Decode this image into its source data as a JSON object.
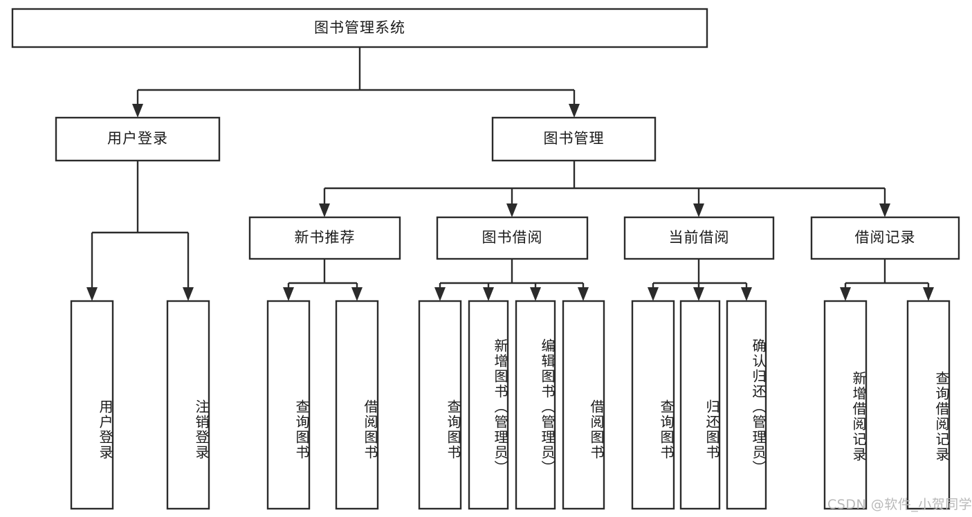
{
  "diagram": {
    "type": "tree-hierarchy-chart",
    "title": "图书管理系统",
    "orientation": "top-down",
    "colors": {
      "stroke": "#2b2b2b",
      "box_fill": "#ffffff",
      "text": "#1a1a1a",
      "background": "#ffffff",
      "watermark": "#b9b9b9"
    },
    "root": {
      "label": "图书管理系统"
    },
    "level2": [
      {
        "id": "user-login",
        "label": "用户登录"
      },
      {
        "id": "book-manage",
        "label": "图书管理"
      }
    ],
    "level3": [
      {
        "id": "new-book-rec",
        "label": "新书推荐",
        "parent": "book-manage"
      },
      {
        "id": "book-borrow",
        "label": "图书借阅",
        "parent": "book-manage"
      },
      {
        "id": "current-borrow",
        "label": "当前借阅",
        "parent": "book-manage"
      },
      {
        "id": "borrow-record",
        "label": "借阅记录",
        "parent": "book-manage"
      }
    ],
    "leaves": {
      "user-login": [
        {
          "id": "leaf-user-login",
          "label": "用户登录"
        },
        {
          "id": "leaf-user-logout",
          "label": "注销登录"
        }
      ],
      "new-book-rec": [
        {
          "id": "leaf-query-book-1",
          "label": "查询图书"
        },
        {
          "id": "leaf-borrow-book-1",
          "label": "借阅图书"
        }
      ],
      "book-borrow": [
        {
          "id": "leaf-query-book-2",
          "label": "查询图书"
        },
        {
          "id": "leaf-add-book",
          "label": "新增图书（管理员）"
        },
        {
          "id": "leaf-edit-book",
          "label": "编辑图书（管理员）"
        },
        {
          "id": "leaf-borrow-book-2",
          "label": "借阅图书"
        }
      ],
      "current-borrow": [
        {
          "id": "leaf-query-book-3",
          "label": "查询图书"
        },
        {
          "id": "leaf-return-book",
          "label": "归还图书"
        },
        {
          "id": "leaf-confirm-return",
          "label": "确认归还（管理员）"
        }
      ],
      "borrow-record": [
        {
          "id": "leaf-add-record",
          "label": "新增借阅记录"
        },
        {
          "id": "leaf-query-record",
          "label": "查询借阅记录"
        }
      ]
    }
  },
  "watermark": {
    "text": "CSDN @软件_小贺同学"
  }
}
